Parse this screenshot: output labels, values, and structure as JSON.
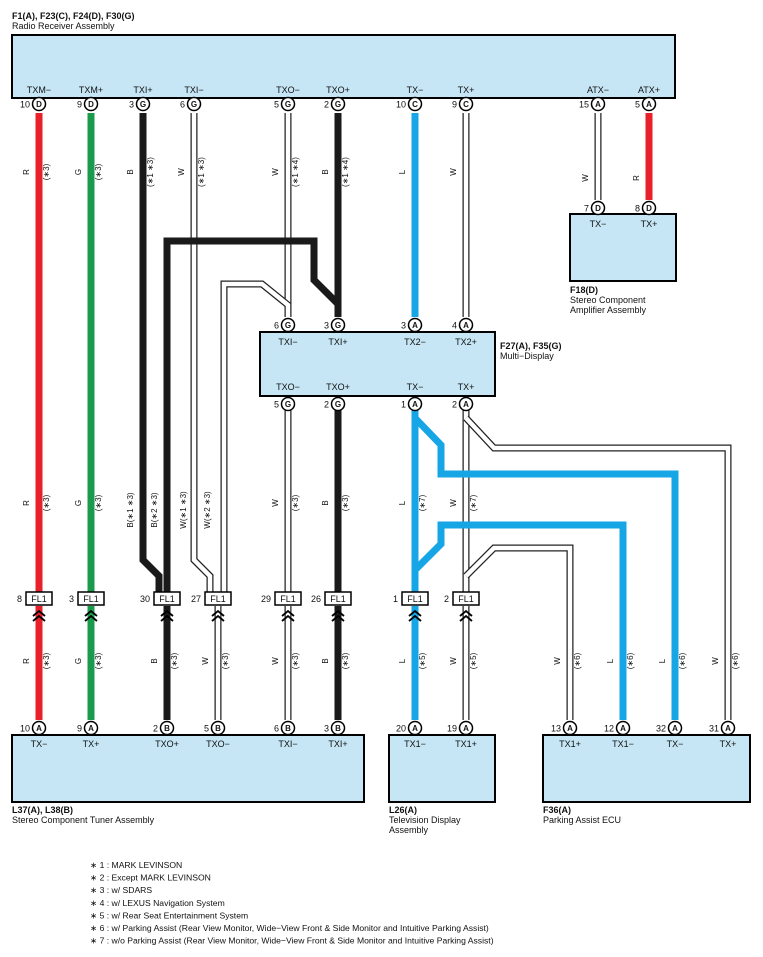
{
  "components": {
    "radio": {
      "id": "F1(A), F23(C), F24(D), F30(G)",
      "name": "Radio Receiver Assembly",
      "pins": [
        {
          "label": "TXM−",
          "num": "10",
          "conn": "D"
        },
        {
          "label": "TXM+",
          "num": "9",
          "conn": "D"
        },
        {
          "label": "TXI+",
          "num": "3",
          "conn": "G"
        },
        {
          "label": "TXI−",
          "num": "6",
          "conn": "G"
        },
        {
          "label": "TXO−",
          "num": "5",
          "conn": "G"
        },
        {
          "label": "TXO+",
          "num": "2",
          "conn": "G"
        },
        {
          "label": "TX−",
          "num": "10",
          "conn": "C"
        },
        {
          "label": "TX+",
          "num": "9",
          "conn": "C"
        },
        {
          "label": "ATX−",
          "num": "15",
          "conn": "A"
        },
        {
          "label": "ATX+",
          "num": "5",
          "conn": "A"
        }
      ]
    },
    "amp": {
      "id": "F18(D)",
      "name1": "Stereo Component",
      "name2": "Amplifier Assembly",
      "pins": [
        {
          "label": "TX−",
          "num": "7",
          "conn": "D"
        },
        {
          "label": "TX+",
          "num": "8",
          "conn": "D"
        }
      ]
    },
    "display": {
      "id": "F27(A), F35(G)",
      "name": "Multi−Display",
      "top_pins": [
        {
          "label": "TXI−",
          "num": "6",
          "conn": "G"
        },
        {
          "label": "TXI+",
          "num": "3",
          "conn": "G"
        },
        {
          "label": "TX2−",
          "num": "3",
          "conn": "A"
        },
        {
          "label": "TX2+",
          "num": "4",
          "conn": "A"
        }
      ],
      "bottom_pins": [
        {
          "label": "TXO−",
          "num": "5",
          "conn": "G"
        },
        {
          "label": "TXO+",
          "num": "2",
          "conn": "G"
        },
        {
          "label": "TX−",
          "num": "1",
          "conn": "A"
        },
        {
          "label": "TX+",
          "num": "2",
          "conn": "A"
        }
      ]
    },
    "tuner": {
      "id": "L37(A), L38(B)",
      "name": "Stereo Component Tuner Assembly",
      "pins": [
        {
          "label": "TX−",
          "num": "10",
          "conn": "A"
        },
        {
          "label": "TX+",
          "num": "9",
          "conn": "A"
        },
        {
          "label": "TXO+",
          "num": "2",
          "conn": "B"
        },
        {
          "label": "TXO−",
          "num": "5",
          "conn": "B"
        },
        {
          "label": "TXI−",
          "num": "6",
          "conn": "B"
        },
        {
          "label": "TXI+",
          "num": "3",
          "conn": "B"
        }
      ]
    },
    "tv": {
      "id": "L26(A)",
      "name1": "Television Display",
      "name2": "Assembly",
      "pins": [
        {
          "label": "TX1−",
          "num": "20",
          "conn": "A"
        },
        {
          "label": "TX1+",
          "num": "19",
          "conn": "A"
        }
      ]
    },
    "park": {
      "id": "F36(A)",
      "name": "Parking Assist ECU",
      "pins": [
        {
          "label": "TX1+",
          "num": "13",
          "conn": "A"
        },
        {
          "label": "TX1−",
          "num": "12",
          "conn": "A"
        },
        {
          "label": "TX−",
          "num": "32",
          "conn": "A"
        },
        {
          "label": "TX+",
          "num": "31",
          "conn": "A"
        }
      ]
    }
  },
  "junctions": [
    {
      "pin": "8",
      "name": "FL1"
    },
    {
      "pin": "3",
      "name": "FL1"
    },
    {
      "pin": "30",
      "name": "FL1"
    },
    {
      "pin": "27",
      "name": "FL1"
    },
    {
      "pin": "29",
      "name": "FL1"
    },
    {
      "pin": "26",
      "name": "FL1"
    },
    {
      "pin": "1",
      "name": "FL1"
    },
    {
      "pin": "2",
      "name": "FL1"
    }
  ],
  "wire_labels": {
    "top": [
      {
        "color": "R",
        "note": "(∗3)"
      },
      {
        "color": "G",
        "note": "(∗3)"
      },
      {
        "color": "B",
        "note": "(∗1 ∗3)"
      },
      {
        "color": "W",
        "note": "(∗1 ∗3)"
      },
      {
        "color": "W",
        "note": "(∗1 ∗4)"
      },
      {
        "color": "B",
        "note": "(∗1 ∗4)"
      },
      {
        "color": "L",
        "note": ""
      },
      {
        "color": "W",
        "note": ""
      },
      {
        "color": "W",
        "note": ""
      },
      {
        "color": "R",
        "note": ""
      }
    ],
    "mid": [
      {
        "color": "R",
        "note": "(∗3)"
      },
      {
        "color": "G",
        "note": "(∗3)"
      },
      {
        "color": "B(∗1 ∗3)",
        "note": ""
      },
      {
        "color": "B(∗2 ∗3)",
        "note": ""
      },
      {
        "color": "W(∗1 ∗3)",
        "note": ""
      },
      {
        "color": "W(∗2 ∗3)",
        "note": ""
      },
      {
        "color": "W",
        "note": "(∗3)"
      },
      {
        "color": "B",
        "note": "(∗3)"
      },
      {
        "color": "L",
        "note": "(∗7)"
      },
      {
        "color": "W",
        "note": "(∗7)"
      }
    ],
    "low": [
      {
        "color": "R",
        "note": "(∗3)"
      },
      {
        "color": "G",
        "note": "(∗3)"
      },
      {
        "color": "B",
        "note": "(∗3)"
      },
      {
        "color": "W",
        "note": "(∗3)"
      },
      {
        "color": "W",
        "note": "(∗3)"
      },
      {
        "color": "B",
        "note": "(∗3)"
      },
      {
        "color": "L",
        "note": "(∗5)"
      },
      {
        "color": "W",
        "note": "(∗5)"
      },
      {
        "color": "W",
        "note": "(∗6)"
      },
      {
        "color": "L",
        "note": "(∗6)"
      },
      {
        "color": "L",
        "note": "(∗6)"
      },
      {
        "color": "W",
        "note": "(∗6)"
      }
    ]
  },
  "notes": [
    "∗ 1 : MARK LEVINSON",
    "∗ 2 : Except MARK LEVINSON",
    "∗ 3 : w/ SDARS",
    "∗ 4 : w/ LEXUS Navigation System",
    "∗ 5 : w/ Rear Seat Entertainment System",
    "∗ 6 : w/ Parking Assist (Rear View Monitor,  Wide−View Front & Side Monitor and Intuitive Parking Assist)",
    "∗ 7 : w/o Parking Assist (Rear View Monitor,  Wide−View Front & Side Monitor and Intuitive Parking Assist)"
  ],
  "colors": {
    "red": "#e8202a",
    "green": "#1a9b4b",
    "black": "#1a1a1a",
    "blue": "#16a6e6",
    "white": "#ffffff",
    "box_fill": "#c6e6f5"
  }
}
